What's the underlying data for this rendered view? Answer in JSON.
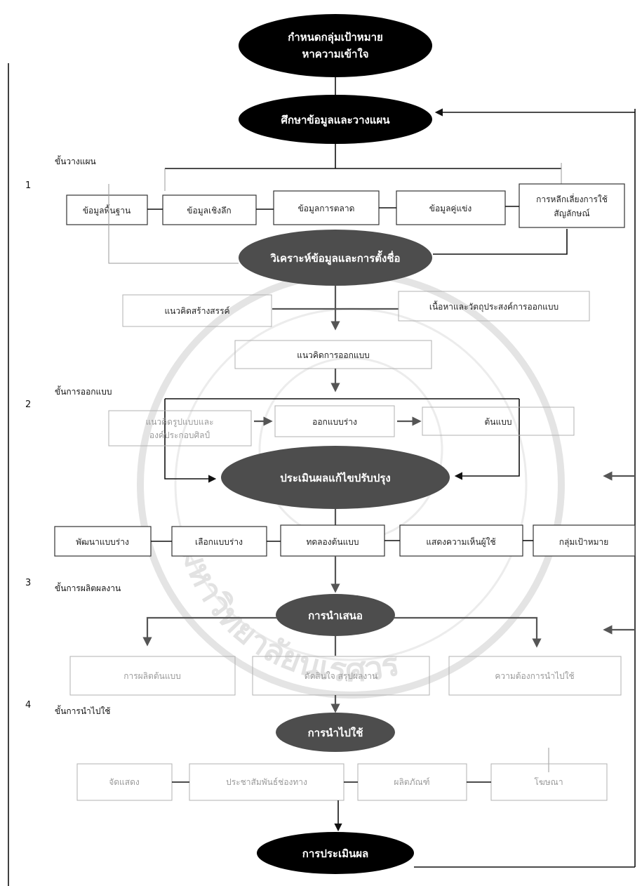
{
  "seal": {
    "text": "มหาวิทยาลัยนเรศวร"
  },
  "nodes": {
    "target_line1": "กำหนดกลุ่มเป้าหมาย",
    "target_line2": "หาความเข้าใจ",
    "study": "ศึกษาข้อมูลและวางแผน",
    "analyze": "วิเคราะห์ข้อมูลและการตั้งชื่อ",
    "evaluate_improve": "ประเมินผลแก้ไขปรับปรุง",
    "present": "การนำเสนอ",
    "apply": "การนำไปใช้",
    "evaluate": "การประเมินผล"
  },
  "stages": [
    {
      "number": "1",
      "label": "ขั้นวางแผน"
    },
    {
      "number": "2",
      "label": "ขั้นการออกแบบ"
    },
    {
      "number": "3",
      "label": "ขั้นการผลิตผลงาน"
    },
    {
      "number": "4",
      "label": "ขั้นการนำไปใช้"
    }
  ],
  "planning_boxes": [
    "ข้อมูลพื้นฐาน",
    "ข้อมูลเชิงลึก",
    "ข้อมูลการตลาด",
    "ข้อมูลคู่แข่ง",
    "การหลีกเลี่ยงการใช้",
    "สัญลักษณ์"
  ],
  "analysis_boxes": {
    "left": "แนวคิดสร้างสรรค์",
    "right": "เนื้อหาและวัตถุประสงค์การออกแบบ",
    "concept": "แนวคิดการออกแบบ"
  },
  "design_boxes": [
    "แนวคิดรูปแบบและ",
    "องค์ประกอบศิลป์",
    "ออกแบบร่าง",
    "ต้นแบบ"
  ],
  "evaluation_boxes": [
    "พัฒนาแบบร่าง",
    "เลือกแบบร่าง",
    "ทดลองต้นแบบ",
    "แสดงความเห็นผู้ใช้",
    "กลุ่มเป้าหมาย"
  ],
  "presentation_boxes": [
    "การผลิตต้นแบบ",
    "ตัดสินใจ สรุปผลงาน",
    "ความต้องการนำไปใช้"
  ],
  "application_boxes": [
    "จัดแสดง",
    "ประชาสัมพันธ์ช่องทาง",
    "ผลิตภัณฑ์",
    "โฆษณา"
  ],
  "colors": {
    "black_node": "#000000",
    "gray_node": "#4d4d4d",
    "seal": "#e4e4e4"
  }
}
